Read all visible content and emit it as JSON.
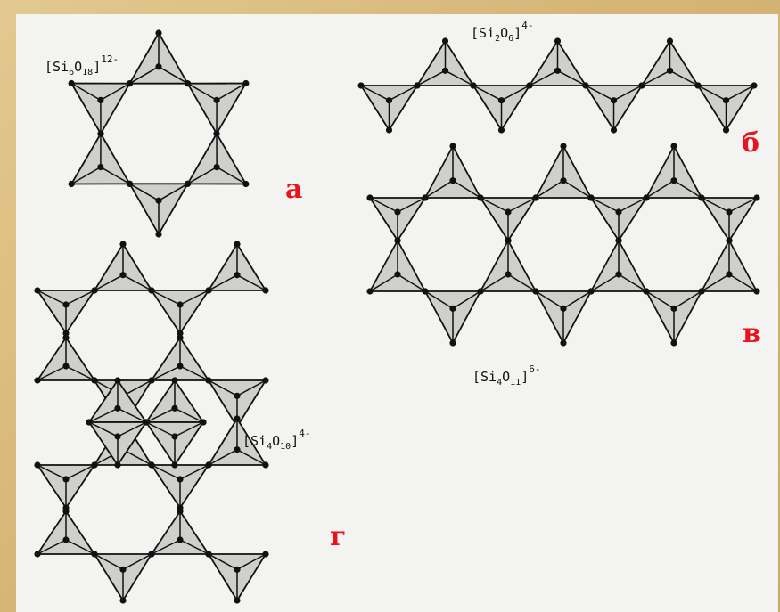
{
  "diagrams": {
    "a": {
      "formula": {
        "open": "[Si",
        "s1": "6",
        "mid": "O",
        "s2": "18",
        "close": "]",
        "charge": "12-"
      },
      "letter": "а"
    },
    "b": {
      "formula": {
        "open": "[Si",
        "s1": "2",
        "mid": "O",
        "s2": "6",
        "close": "]",
        "charge": "4-"
      },
      "letter": "б"
    },
    "v": {
      "formula": {
        "open": "[Si",
        "s1": "4",
        "mid": "O",
        "s2": "11",
        "close": "]",
        "charge": "6-"
      },
      "letter": "в"
    },
    "g": {
      "formula": {
        "open": "[Si",
        "s1": "4",
        "mid": "O",
        "s2": "10",
        "close": "]",
        "charge": "4-"
      },
      "letter": "г"
    }
  },
  "colors": {
    "background": "#d6b576",
    "panel": "#f3f3f1",
    "tetrahedron_fill": "#cfcfcc",
    "line": "#111111",
    "letter": "#e8131b"
  }
}
